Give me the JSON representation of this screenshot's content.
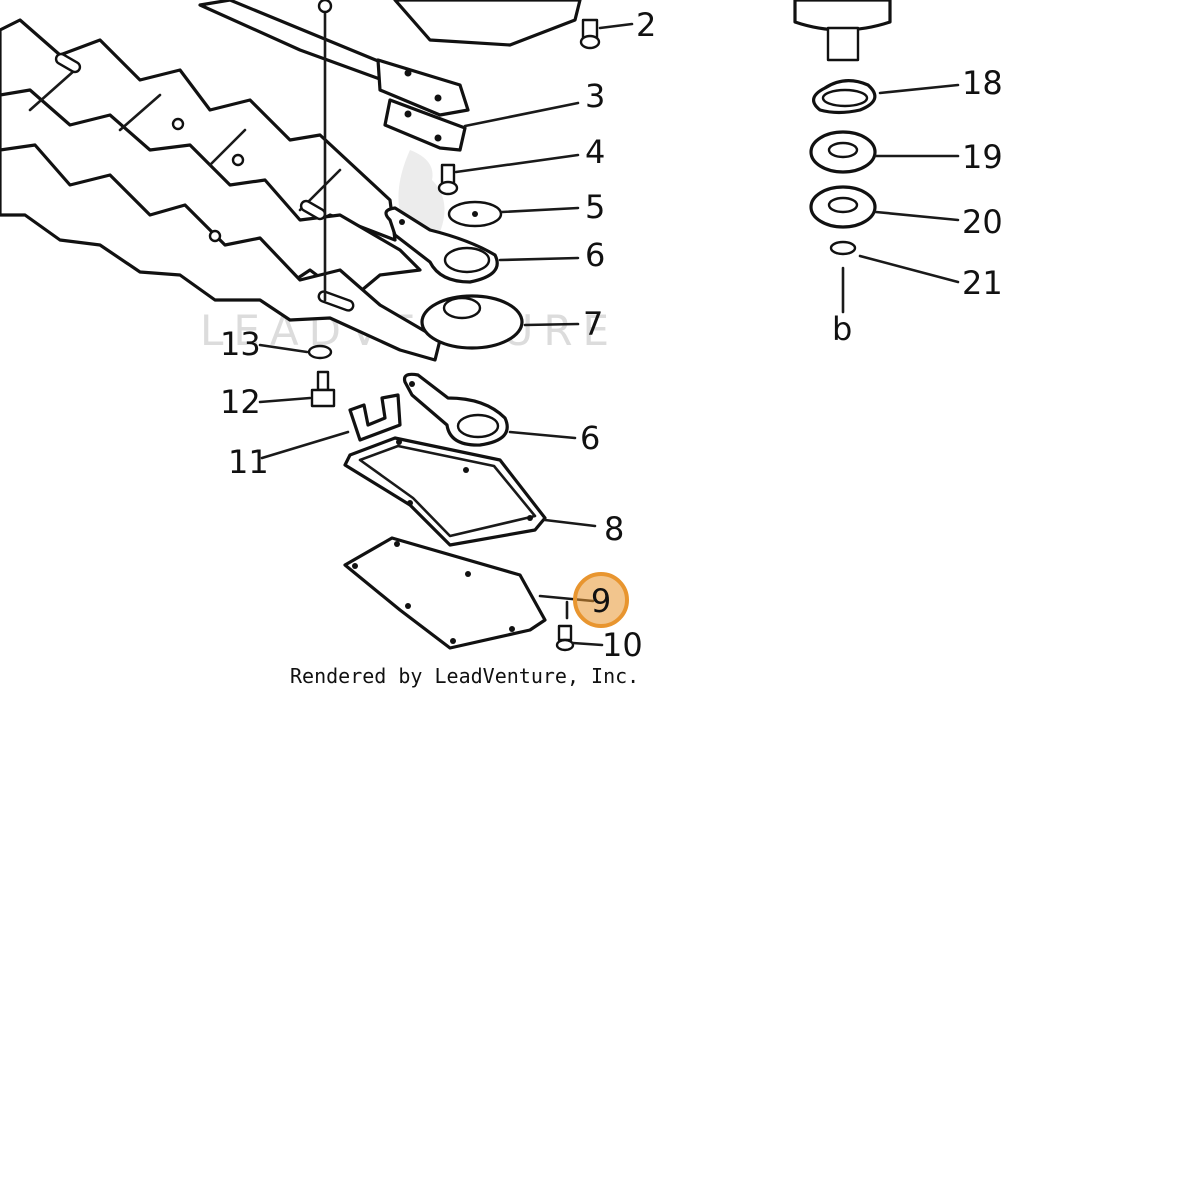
{
  "watermark": "LEADVENTURE",
  "credit": "Rendered by LeadVenture, Inc.",
  "highlight_color": "#e8952f",
  "callouts": [
    {
      "id": "2",
      "label": "2"
    },
    {
      "id": "3",
      "label": "3"
    },
    {
      "id": "4",
      "label": "4"
    },
    {
      "id": "5",
      "label": "5"
    },
    {
      "id": "6a",
      "label": "6"
    },
    {
      "id": "7",
      "label": "7"
    },
    {
      "id": "13",
      "label": "13"
    },
    {
      "id": "12",
      "label": "12"
    },
    {
      "id": "11",
      "label": "11"
    },
    {
      "id": "6b",
      "label": "6"
    },
    {
      "id": "8",
      "label": "8"
    },
    {
      "id": "9",
      "label": "9",
      "highlighted": true
    },
    {
      "id": "10",
      "label": "10"
    },
    {
      "id": "18",
      "label": "18"
    },
    {
      "id": "19",
      "label": "19"
    },
    {
      "id": "20",
      "label": "20"
    },
    {
      "id": "21",
      "label": "21"
    },
    {
      "id": "b",
      "label": "b"
    }
  ]
}
